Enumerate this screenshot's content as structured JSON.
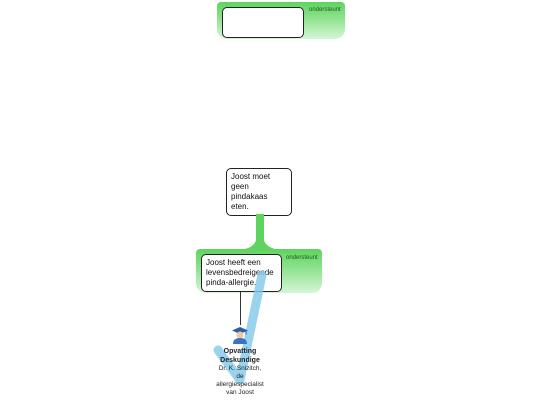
{
  "top_argument": {
    "support_label": "ondersteunt",
    "claim_text": ""
  },
  "main_claim": {
    "text": "Joost moet geen pindakaas eten."
  },
  "argument": {
    "support_label": "ondersteunt",
    "claim_text": "Joost heeft een levensbedreigende pinda-allergie."
  },
  "source": {
    "icon": "expert-icon",
    "title_line1": "Opvatting",
    "title_line2": "Deskundige",
    "desc_line1": "Dr. K. Snizitch,",
    "desc_line2": "de",
    "desc_line3": "allergiespecialist",
    "desc_line4": "van Joost"
  },
  "colors": {
    "support_green": "#5fd35f",
    "check_mark": "#7fc8e8"
  }
}
